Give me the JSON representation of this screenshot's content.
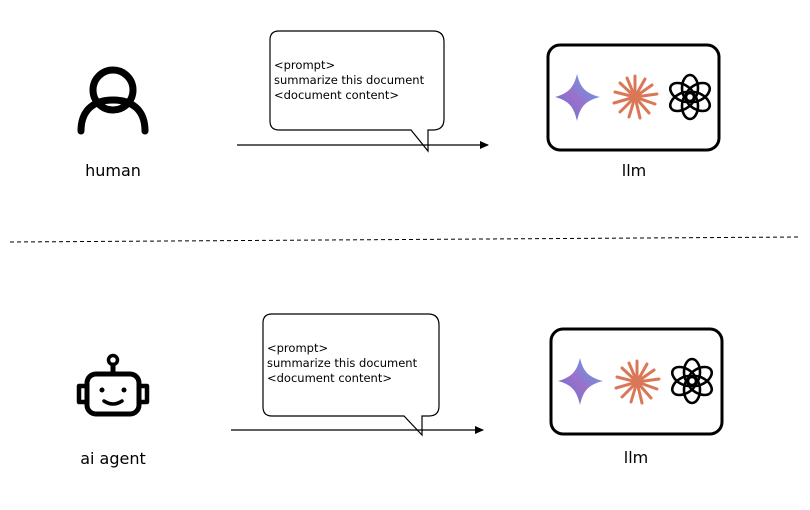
{
  "top": {
    "actor_label": "human",
    "prompt_lines": [
      "<prompt>",
      "summarize this document",
      "<document content>"
    ],
    "target_label": "llm"
  },
  "bottom": {
    "actor_label": "ai agent",
    "prompt_lines": [
      "<prompt>",
      "summarize this document",
      "<document content>"
    ],
    "target_label": "llm"
  },
  "icons": {
    "human": "person-icon",
    "agent": "robot-icon",
    "models": [
      "gemini-icon",
      "claude-icon",
      "openai-icon"
    ]
  },
  "colors": {
    "gemini_start": "#4a7bd8",
    "gemini_mid": "#9b6fc9",
    "gemini_end": "#5aa8f0",
    "claude": "#d97757",
    "stroke": "#000000"
  }
}
